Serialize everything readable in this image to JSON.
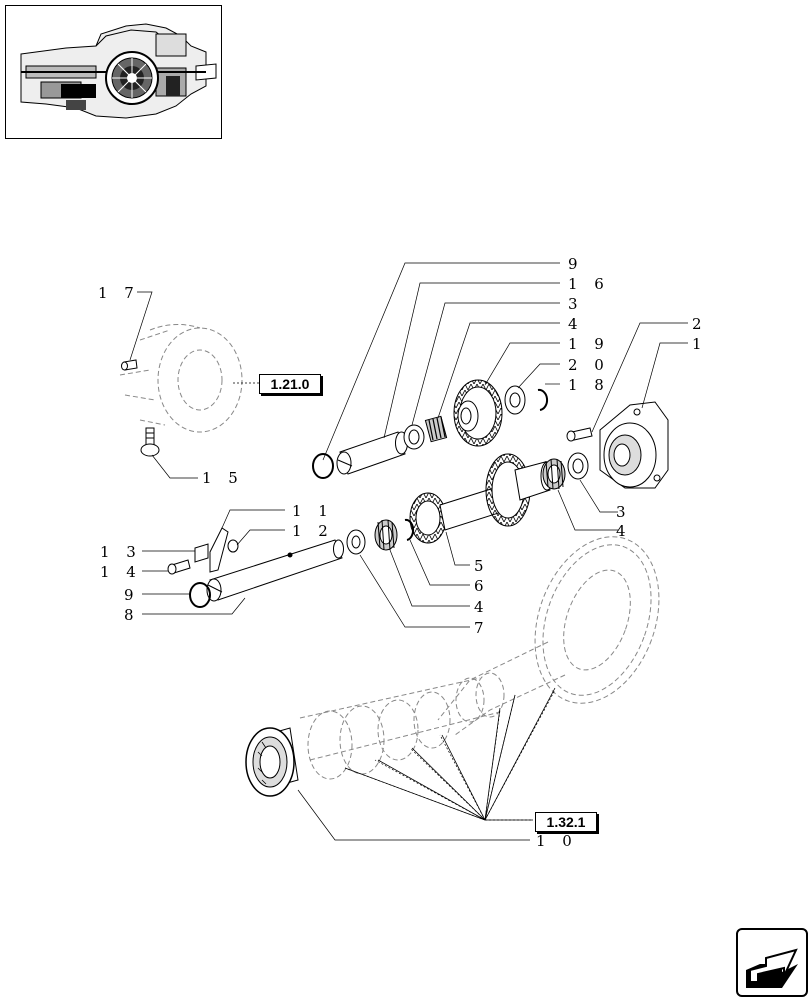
{
  "references": [
    {
      "id": "ref-1-21-0",
      "text": "1.21.0"
    },
    {
      "id": "ref-1-32-1",
      "text": "1.32.1"
    }
  ],
  "callouts": [
    {
      "id": "c9a",
      "text": "9"
    },
    {
      "id": "c16",
      "text": "1 6"
    },
    {
      "id": "c3a",
      "text": "3"
    },
    {
      "id": "c4a",
      "text": "4"
    },
    {
      "id": "c19",
      "text": "1 9"
    },
    {
      "id": "c20",
      "text": "2 0"
    },
    {
      "id": "c18",
      "text": "1 8"
    },
    {
      "id": "c2",
      "text": "2"
    },
    {
      "id": "c1",
      "text": "1"
    },
    {
      "id": "c17",
      "text": "1 7"
    },
    {
      "id": "c15",
      "text": "1 5"
    },
    {
      "id": "c11",
      "text": "1 1"
    },
    {
      "id": "c12",
      "text": "1 2"
    },
    {
      "id": "c13",
      "text": "1 3"
    },
    {
      "id": "c14",
      "text": "1 4"
    },
    {
      "id": "c9b",
      "text": "9"
    },
    {
      "id": "c8",
      "text": "8"
    },
    {
      "id": "c3b",
      "text": "3"
    },
    {
      "id": "c4b",
      "text": "4"
    },
    {
      "id": "c5",
      "text": "5"
    },
    {
      "id": "c6",
      "text": "6"
    },
    {
      "id": "c4c",
      "text": "4"
    },
    {
      "id": "c7",
      "text": "7"
    },
    {
      "id": "c10",
      "text": "1 0"
    }
  ],
  "icons": {
    "thumbnail": "assembly-location-thumbnail",
    "nav": "next-page-arrow-icon"
  }
}
